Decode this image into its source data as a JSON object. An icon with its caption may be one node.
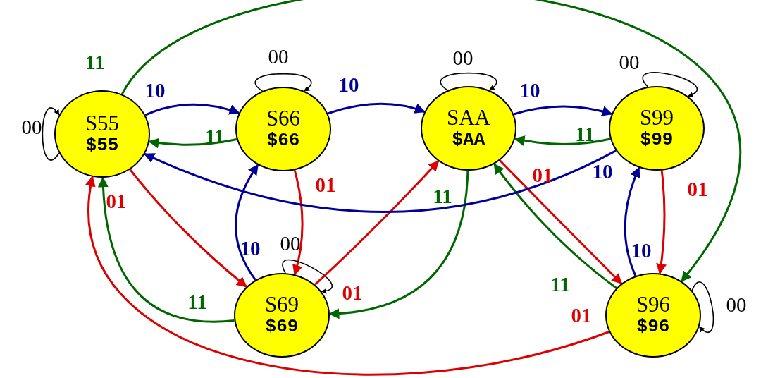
{
  "diagram": {
    "nodes": [
      {
        "text": [
          "S55",
          "$55"
        ]
      },
      {
        "text": [
          "S66",
          "$66"
        ]
      },
      {
        "text": [
          "SAA",
          "$AA"
        ]
      },
      {
        "text": [
          "S99",
          "$99"
        ]
      },
      {
        "text": [
          "S69",
          "$69"
        ]
      },
      {
        "text": [
          "S96",
          "$96"
        ]
      }
    ],
    "edges": [
      {
        "from": 0,
        "to": 0,
        "arrow": "to",
        "label": "00"
      },
      {
        "from": 0,
        "to": 1,
        "arrow": "to",
        "label": "10",
        "color": "#000099"
      },
      {
        "from": 1,
        "to": 0,
        "arrow": "to",
        "label": "11",
        "color": "#006600"
      },
      {
        "from": 0,
        "to": 4,
        "arrow": "to",
        "label": "01",
        "color": "#dd0000"
      },
      {
        "from": 4,
        "to": 0,
        "arrow": "to",
        "label": "11",
        "color": "#006600"
      },
      {
        "from": 5,
        "to": 0,
        "arrow": "to",
        "label": "01",
        "color": "#dd0000"
      },
      {
        "from": 0,
        "to": 5,
        "arrow": "to",
        "label": "11",
        "color": "#006600"
      },
      {
        "from": 1,
        "to": 1,
        "arrow": "to",
        "label": "00"
      },
      {
        "from": 1,
        "to": 2,
        "arrow": "to",
        "label": "10",
        "color": "#000099"
      },
      {
        "from": 1,
        "to": 4,
        "arrow": "to",
        "label": "01",
        "color": "#dd0000"
      },
      {
        "from": 4,
        "to": 1,
        "arrow": "to",
        "label": "10",
        "color": "#000099"
      },
      {
        "from": 4,
        "to": 4,
        "arrow": "to",
        "label": "00"
      },
      {
        "from": 4,
        "to": 2,
        "arrow": "to",
        "label": "01",
        "color": "#dd0000"
      },
      {
        "from": 2,
        "to": 4,
        "arrow": "to",
        "label": "11",
        "color": "#006600"
      },
      {
        "from": 2,
        "to": 2,
        "arrow": "to",
        "label": "00"
      },
      {
        "from": 2,
        "to": 3,
        "arrow": "to",
        "label": "10",
        "color": "#000099"
      },
      {
        "from": 3,
        "to": 2,
        "arrow": "to",
        "label": "11",
        "color": "#006600"
      },
      {
        "from": 2,
        "to": 5,
        "arrow": "to",
        "label": "01",
        "color": "#dd0000"
      },
      {
        "from": 5,
        "to": 2,
        "arrow": "to",
        "label": "11",
        "color": "#006600"
      },
      {
        "from": 3,
        "to": 0,
        "arrow": "to",
        "label": "10",
        "color": "#000099"
      },
      {
        "from": 3,
        "to": 3,
        "arrow": "to",
        "label": "00"
      },
      {
        "from": 3,
        "to": 5,
        "arrow": "to",
        "label": "01",
        "color": "#dd0000"
      },
      {
        "from": 5,
        "to": 3,
        "arrow": "to",
        "label": "10",
        "color": "#000099"
      },
      {
        "from": 5,
        "to": 5,
        "arrow": "to",
        "label": "00"
      }
    ]
  }
}
